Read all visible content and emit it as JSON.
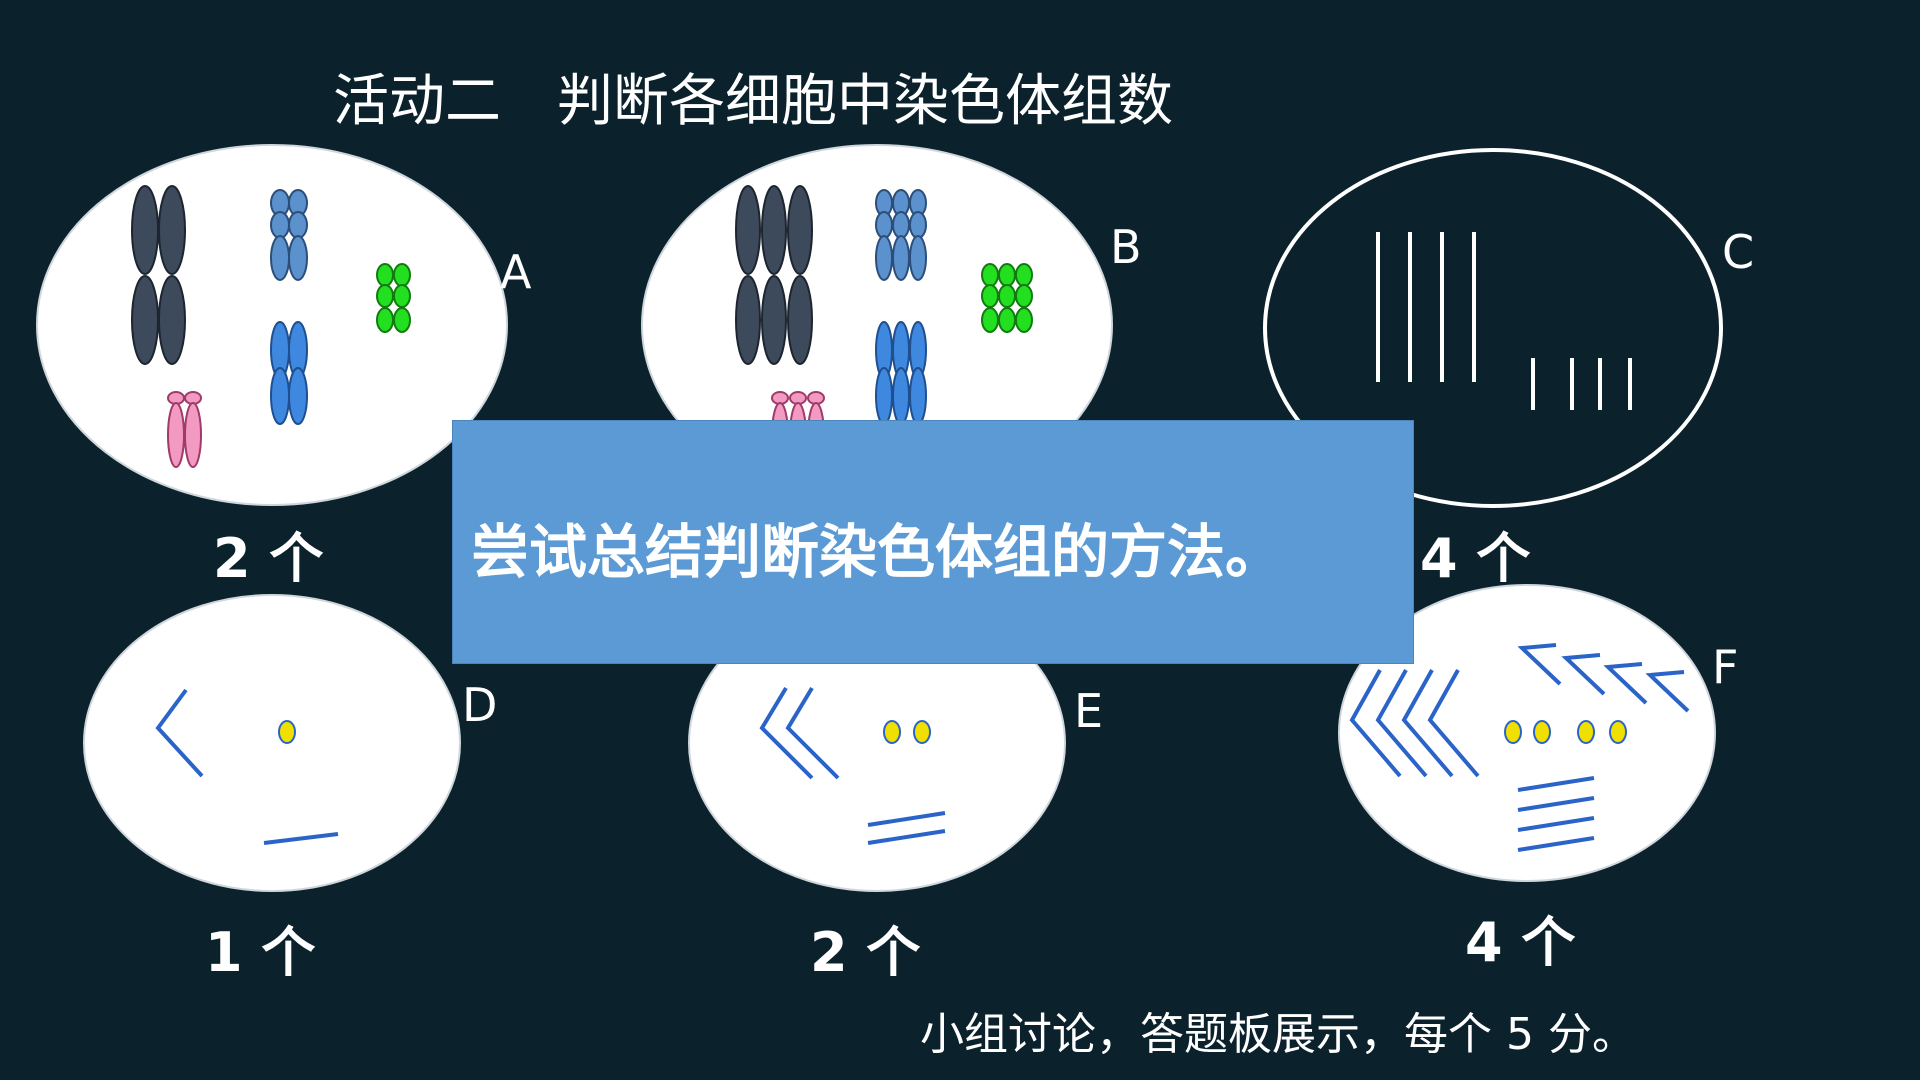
{
  "title": "活动二　判断各细胞中染色体组数",
  "cells": [
    {
      "letter": "A",
      "count": "2 个"
    },
    {
      "letter": "B",
      "count": ""
    },
    {
      "letter": "C",
      "count": "4 个"
    },
    {
      "letter": "D",
      "count": "1 个"
    },
    {
      "letter": "E",
      "count": "2 个"
    },
    {
      "letter": "F",
      "count": "4 个"
    }
  ],
  "overlay": {
    "text": "尝试总结判断染色体组的方法。"
  },
  "footer": "小组讨论，答题板展示，每个 5 分。",
  "colors": {
    "background": "#0b222c",
    "cell_fill": "#ffffff",
    "chrom_dark": "#3d4a5c",
    "chrom_blue_light": "#5b91cc",
    "chrom_blue": "#3f88e0",
    "chrom_green": "#22e01f",
    "chrom_pink": "#f29ac2",
    "line_blue": "#2a64c8",
    "dot_yellow": "#f0e000",
    "overlay": "#5b9ad4"
  }
}
